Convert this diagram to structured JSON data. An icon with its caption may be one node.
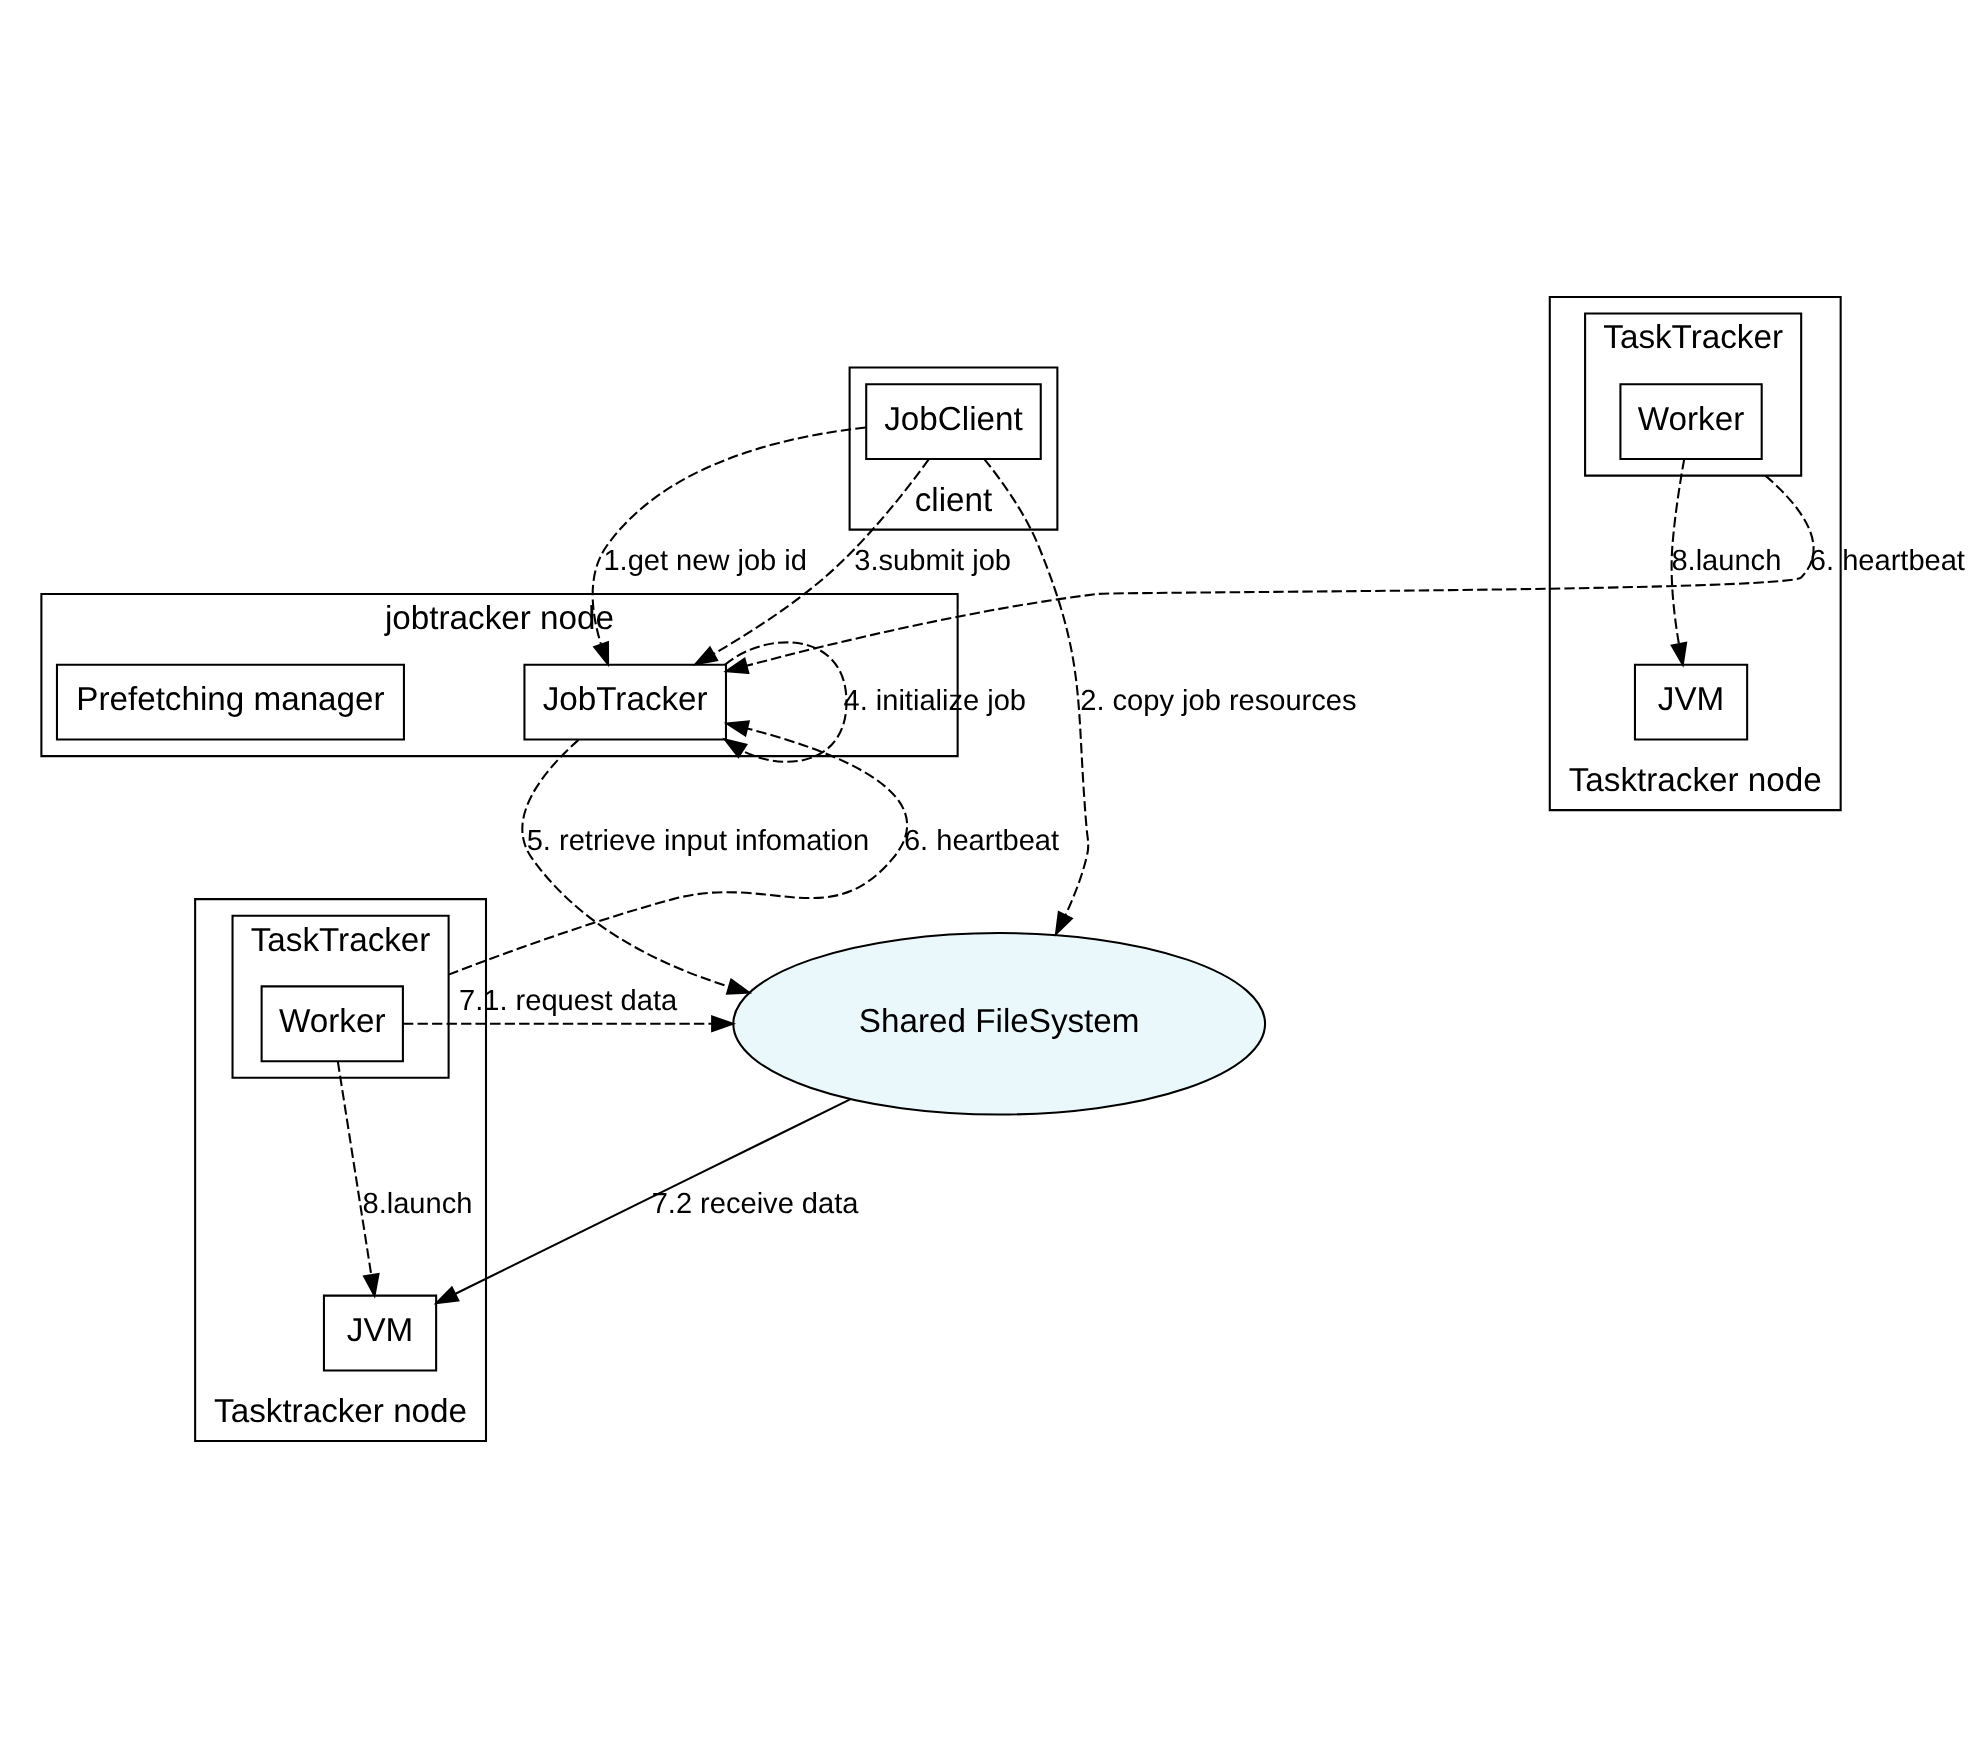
{
  "diagram": {
    "nodes": [
      {
        "text": [
          "client"
        ]
      },
      {
        "text": [
          "JobClient"
        ],
        "in": 0
      },
      {
        "text": [
          "jobtracker node"
        ]
      },
      {
        "text": [
          "JobTracker"
        ],
        "in": 2
      },
      {
        "text": [
          "Prefetching manager"
        ],
        "in": 2
      },
      {
        "text": [
          "Shared FileSystem"
        ]
      },
      {
        "text": [
          "Tasktracker node"
        ]
      },
      {
        "text": [
          "TaskTracker"
        ],
        "in": 6
      },
      {
        "text": [
          "Worker"
        ],
        "in": 7
      },
      {
        "text": [
          "JVM"
        ],
        "in": 6
      },
      {
        "text": [
          "Tasktracker node"
        ]
      },
      {
        "text": [
          "TaskTracker"
        ],
        "in": 10
      },
      {
        "text": [
          "Worker"
        ],
        "in": 11
      },
      {
        "text": [
          "JVM"
        ],
        "in": 10
      }
    ],
    "edges": [
      {
        "from": 1,
        "to": 3,
        "arrow": "to",
        "label": "1.get new job id",
        "style": "dashed"
      },
      {
        "from": 1,
        "to": 5,
        "arrow": "to",
        "label": "2. copy job resources",
        "style": "dashed"
      },
      {
        "from": 1,
        "to": 3,
        "arrow": "to",
        "label": "3.submit job",
        "style": "dashed"
      },
      {
        "from": 3,
        "to": 3,
        "arrow": "to",
        "label": "4. initialize job",
        "style": "dashed"
      },
      {
        "from": 3,
        "to": 5,
        "arrow": "to",
        "label": "5. retrieve input infomation",
        "style": "dashed"
      },
      {
        "from": 7,
        "to": 3,
        "arrow": "to",
        "label": "6. heartbeat",
        "style": "dashed"
      },
      {
        "from": 11,
        "to": 3,
        "arrow": "to",
        "label": "6. heartbeat",
        "style": "dashed"
      },
      {
        "from": 8,
        "to": 5,
        "arrow": "to",
        "label": "7.1. request data",
        "style": "dashed"
      },
      {
        "from": 5,
        "to": 9,
        "arrow": "to",
        "label": "7.2 receive data"
      },
      {
        "from": 8,
        "to": 9,
        "arrow": "to",
        "label": "8.launch",
        "style": "dashed"
      },
      {
        "from": 12,
        "to": 13,
        "arrow": "to",
        "label": "8.launch",
        "style": "dashed"
      }
    ]
  }
}
